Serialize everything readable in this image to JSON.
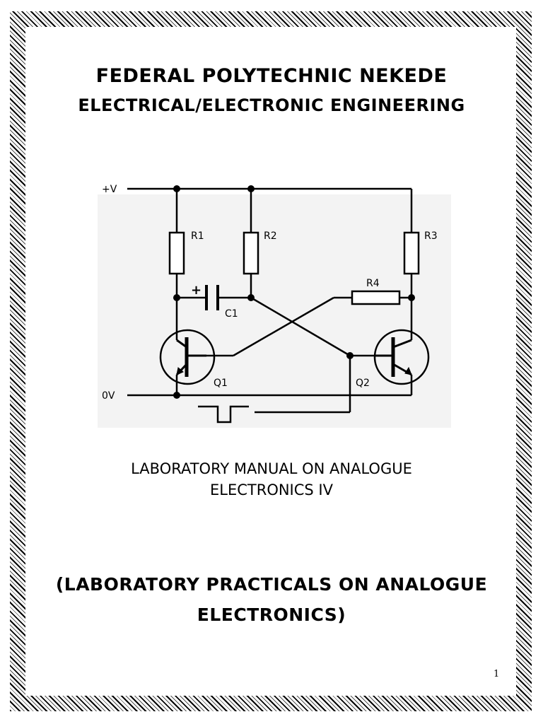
{
  "header": {
    "institution": "FEDERAL POLYTECHNIC NEKEDE",
    "department": "ELECTRICAL/ELECTRONIC ENGINEERING"
  },
  "circuit": {
    "labels": {
      "vplus": "+V",
      "zero": "0V",
      "r1": "R1",
      "r2": "R2",
      "r3": "R3",
      "r4": "R4",
      "c1": "C1",
      "cplus": "+",
      "q1": "Q1",
      "q2": "Q2"
    }
  },
  "manual_title": {
    "line1": "LABORATORY MANUAL ON ANALOGUE",
    "line2": "ELECTRONICS IV"
  },
  "subtitle": {
    "line1": "(LABORATORY PRACTICALS ON ANALOGUE",
    "line2": "ELECTRONICS)"
  },
  "page_number": "1"
}
